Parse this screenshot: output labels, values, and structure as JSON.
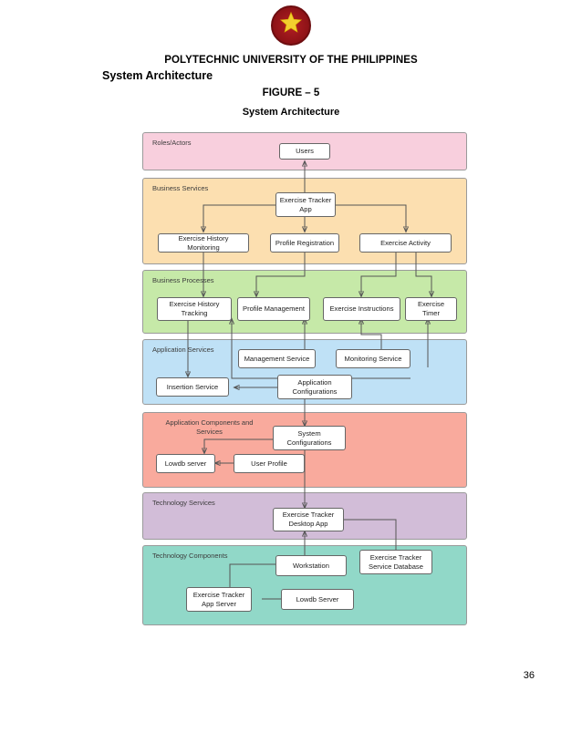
{
  "header": {
    "logo_icon": "pup-seal-star-icon",
    "university": "POLYTECHNIC UNIVERSITY OF THE PHILIPPINES",
    "section_heading": "System Architecture",
    "figure_label": "FIGURE – 5",
    "figure_title": "System Architecture",
    "page_number": "36"
  },
  "diagram": {
    "bands": [
      {
        "id": "roles-actors",
        "label": "Roles/Actors",
        "color": "#f8cfdd"
      },
      {
        "id": "business-services",
        "label": "Business Services",
        "color": "#fcdfb0"
      },
      {
        "id": "business-processes",
        "label": "Business Processes",
        "color": "#c6e9a8"
      },
      {
        "id": "application-services",
        "label": "Application Services",
        "color": "#bfe1f6"
      },
      {
        "id": "application-components",
        "label": "Application Components and Services",
        "color": "#f9aa9d"
      },
      {
        "id": "technology-services",
        "label": "Technology Services",
        "color": "#d2bdd8"
      },
      {
        "id": "technology-components",
        "label": "Technology Components",
        "color": "#91d8c8"
      }
    ],
    "nodes": {
      "users": "Users",
      "exercise_tracker_app": "Exercise Tracker App",
      "exercise_history_monitoring": "Exercise History Monitoring",
      "profile_registration": "Profile Registration",
      "exercise_activity": "Exercise Activity",
      "exercise_history_tracking": "Exercise History Tracking",
      "profile_management": "Profile Management",
      "exercise_instructions": "Exercise Instructions",
      "exercise_timer": "Exercise Timer",
      "management_service": "Management Service",
      "monitoring_service": "Monitoring Service",
      "insertion_service": "Insertion Service",
      "application_configurations": "Application Configurations",
      "system_configurations": "System Configurations",
      "lowdb_server_component": "Lowdb server",
      "user_profile": "User Profile",
      "exercise_tracker_desktop_app": "Exercise Tracker Desktop App",
      "workstation": "Workstation",
      "exercise_tracker_service_database": "Exercise Tracker Service Database",
      "exercise_tracker_app_server": "Exercise Tracker App Server",
      "lowdb_server_tech": "Lowdb Server"
    }
  }
}
